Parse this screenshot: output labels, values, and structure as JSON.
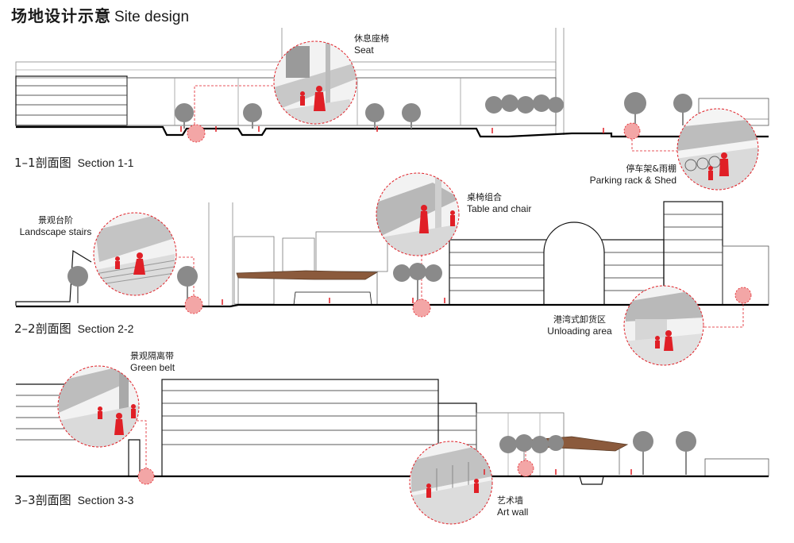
{
  "title": {
    "zh": "场地设计示意",
    "en": "Site design"
  },
  "sections": [
    {
      "zh": "1–1剖面图",
      "en": "Section 1-1"
    },
    {
      "zh": "2–2剖面图",
      "en": "Section 2-2"
    },
    {
      "zh": "3–3剖面图",
      "en": "Section 3-3"
    }
  ],
  "callouts": [
    {
      "zh": "休息座椅",
      "en": "Seat"
    },
    {
      "zh": "停车架&雨棚",
      "en": "Parking rack & Shed"
    },
    {
      "zh": "景观台阶",
      "en": "Landscape stairs"
    },
    {
      "zh": "桌椅组合",
      "en": "Table and chair"
    },
    {
      "zh": "港湾式卸货区",
      "en": "Unloading area"
    },
    {
      "zh": "景观隔离带",
      "en": "Green belt"
    },
    {
      "zh": "艺术墙",
      "en": "Art wall"
    }
  ],
  "colors": {
    "accent": "#e01f26",
    "line": "#111111",
    "tree": "#8a8a8a",
    "shade": "#b5b5b5",
    "wood": "#8b5a3c"
  }
}
